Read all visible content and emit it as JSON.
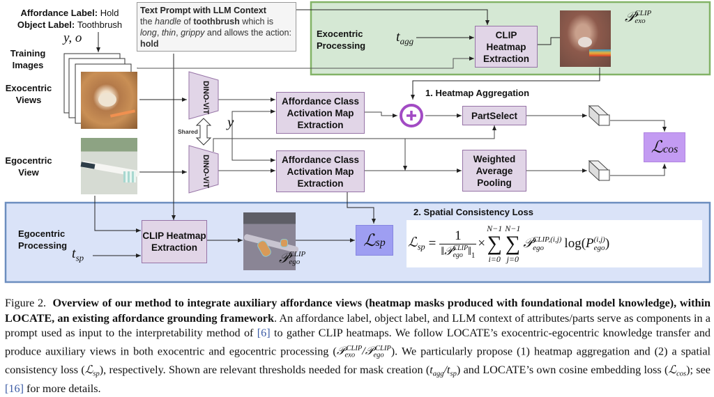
{
  "labels": {
    "affordance_label_key": "Affordance Label:",
    "affordance_label_value": "Hold",
    "object_label_key": "Object Label:",
    "object_label_value": "Toothbrush",
    "yo": "y, o",
    "training_images": "Training Images",
    "exocentric_views": "Exocentric Views",
    "egocentric_view": "Egocentric View",
    "shared": "Shared",
    "y": "y"
  },
  "prompt": {
    "title": "Text Prompt with LLM Context",
    "line_parts": [
      {
        "text": "the ",
        "style": "normal"
      },
      {
        "text": "handle",
        "style": "italic"
      },
      {
        "text": " of ",
        "style": "normal"
      },
      {
        "text": "toothbrush",
        "style": "bold"
      },
      {
        "text": " which is ",
        "style": "normal"
      },
      {
        "text": "long",
        "style": "italic"
      },
      {
        "text": ", ",
        "style": "normal"
      },
      {
        "text": "thin",
        "style": "italic"
      },
      {
        "text": ", ",
        "style": "normal"
      },
      {
        "text": "grippy",
        "style": "italic"
      },
      {
        "text": " and allows the action: ",
        "style": "normal"
      },
      {
        "text": "hold",
        "style": "bold"
      }
    ]
  },
  "exo_panel": {
    "title": "Exocentric Processing",
    "threshold": "t_agg",
    "clip_box": "CLIP Heatmap Extraction",
    "output_label": "P_exo^CLIP",
    "color": "#d5e8d4",
    "border": "#82b366"
  },
  "ego_panel": {
    "title": "Egocentric Processing",
    "threshold": "t_sp",
    "clip_box": "CLIP Heatmap Extraction",
    "output_label": "P_ego^CLIP",
    "color": "#dae3f8",
    "border": "#6c8ebf"
  },
  "blocks": {
    "dino_top": "DINO-ViT",
    "dino_bottom": "DINO-ViT",
    "cam_top": "Affordance Class Activation Map Extraction",
    "cam_bottom": "Affordance Class Activation Map Extraction",
    "part_select": "PartSelect",
    "wap": "Weighted Average Pooling",
    "heatmap_aggregation": "1. Heatmap Aggregation",
    "spatial_loss_title": "2. Spatial Consistency Loss",
    "loss_cos": "L_cos",
    "loss_sp": "L_sp"
  },
  "formula": {
    "lhs": "L_sp",
    "numerator": "1",
    "denominator": "||P_ego^CLIP||_1",
    "sum_upper": "N−1",
    "sum_i_lower": "i=0",
    "sum_j_lower": "j=0",
    "term": "P_ego^{CLIP,(i,j)} log(P_ego^{(i,j)})"
  },
  "colors": {
    "block_fill": "#e1d5e7",
    "block_border": "#9673a6",
    "loss_cos_fill": "#c39bf2",
    "loss_sp_fill": "#9e9ef2",
    "aggregation_circle": "#a24bc4"
  },
  "caption": {
    "figure_label": "Figure 2.",
    "bold_text": "Overview of our method to integrate auxiliary affordance views (heatmap masks produced with foundational model knowledge), within LOCATE, an existing affordance grounding framework",
    "text_1": ". An affordance label, object label, and LLM context of attributes/parts serve as components in a prompt used as input to the interpretability method of ",
    "ref_1": "[6]",
    "text_2": " to gather CLIP heatmaps. We follow LOCATE’s exocentric-egocentric knowledge transfer and produce auxiliary views in both exocentric and egocentric processing (",
    "text_3": "). We particularly propose (1) heatmap aggregation and (2) a spatial consistency loss (",
    "text_4": "), respectively. Shown are relevant thresholds needed for mask creation (",
    "text_5": ") and LOCATE’s own cosine embedding loss (",
    "text_6": "); see ",
    "ref_2": "[16]",
    "text_7": " for more details."
  }
}
